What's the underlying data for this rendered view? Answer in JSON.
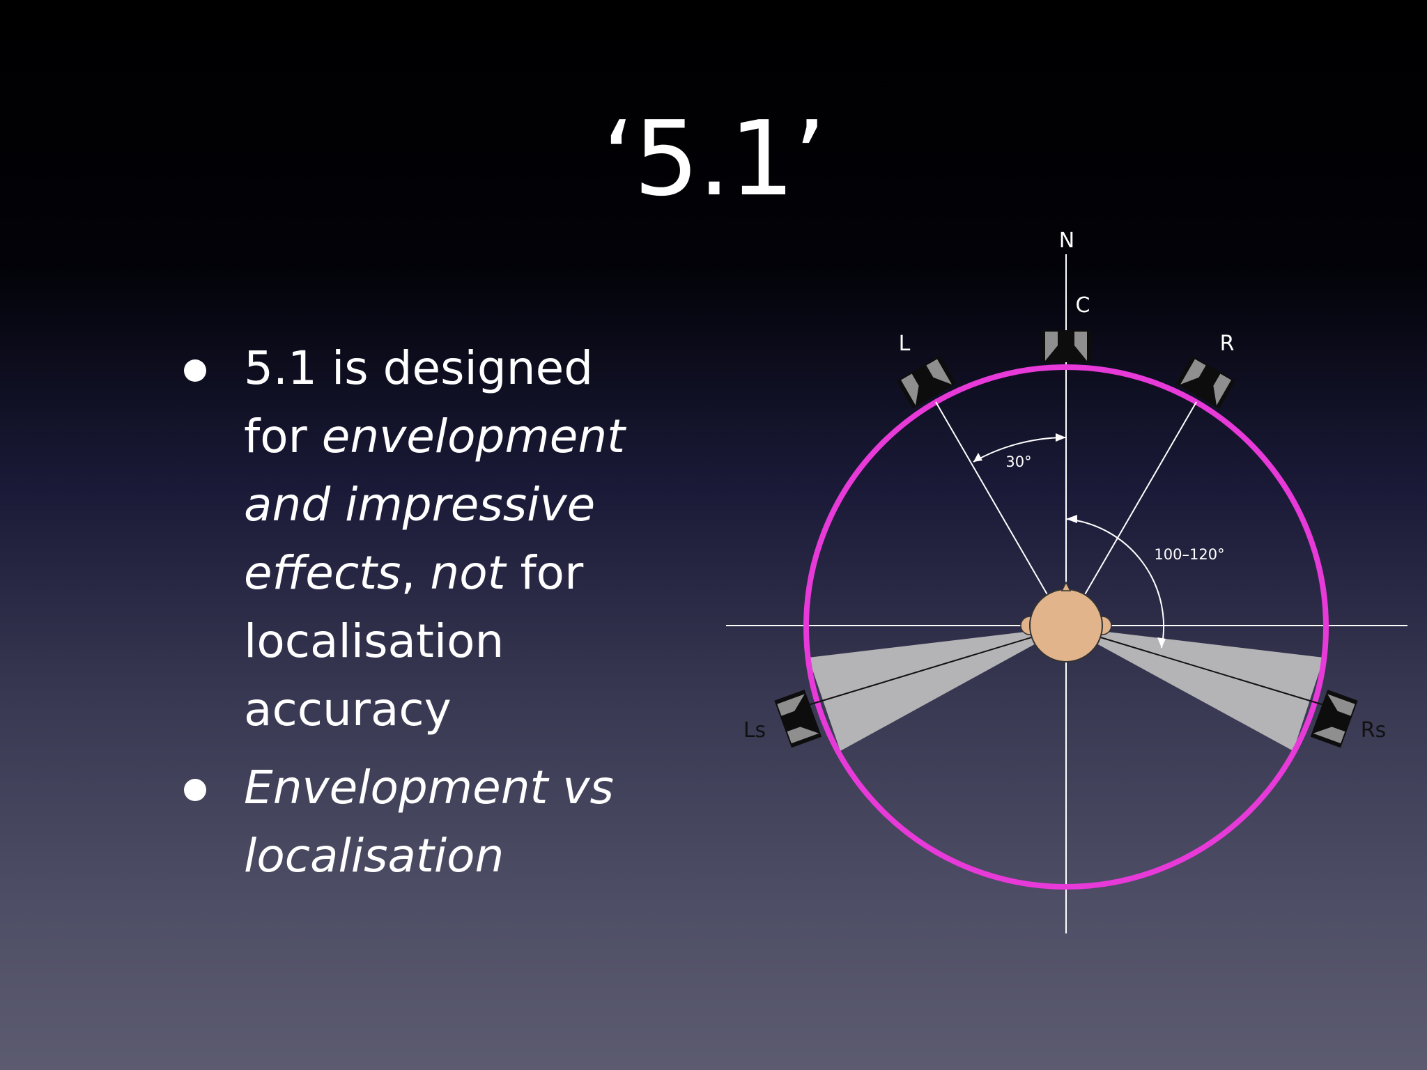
{
  "slide": {
    "title": "‘5.1’"
  },
  "bullets": [
    {
      "parts": [
        {
          "text": "5.1 is designed for ",
          "italic": false
        },
        {
          "text": "envelopment and impressive effects",
          "italic": true
        },
        {
          "text": ", ",
          "italic": false
        },
        {
          "text": "not",
          "italic": true
        },
        {
          "text": " for localisation accuracy",
          "italic": false
        }
      ]
    },
    {
      "parts": [
        {
          "text": "Envelopment vs localisation",
          "italic": true
        }
      ]
    }
  ],
  "diagram": {
    "axis_label_north": "N",
    "speakers": {
      "center": "C",
      "left": "L",
      "right": "R",
      "left_surround": "Ls",
      "right_surround": "Rs"
    },
    "angle_front": "30°",
    "angle_surround": "100–120°",
    "colors": {
      "circle": "#e83ad8",
      "head": "#e2b48c",
      "sector": "#b4b4b6",
      "speaker_body": "#0d0d0d",
      "speaker_face": "#8f8f8f"
    }
  }
}
